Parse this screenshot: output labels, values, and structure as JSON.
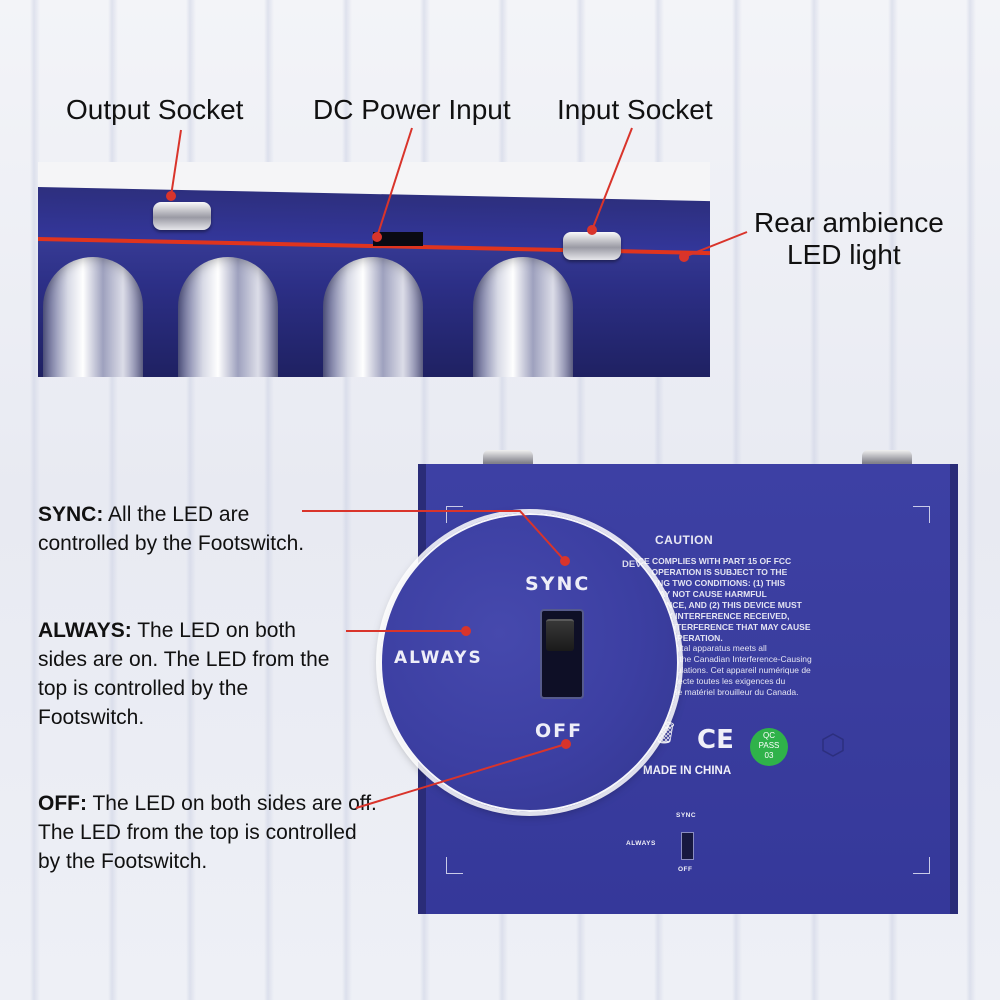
{
  "labels": {
    "output_socket": "Output Socket",
    "dc_power_input": "DC Power Input",
    "input_socket": "Input Socket",
    "rear_ambience_line1": "Rear ambience",
    "rear_ambience_line2": "LED light"
  },
  "modes": {
    "sync": {
      "name": "SYNC:",
      "description": " All the LED are controlled by the Footswitch."
    },
    "always": {
      "name": "ALWAYS:",
      "description": " The LED on both sides are on. The LED from the top is controlled by the Footswitch."
    },
    "off": {
      "name": "OFF:",
      "description": " The LED on both sides are off. The LED from the top is controlled by the Footswitch."
    }
  },
  "magnifier": {
    "sync": "SYNC",
    "always": "ALWAYS",
    "off": "OFF"
  },
  "back_panel": {
    "caution_title": "CAUTION",
    "caution_text": "DEVICE COMPLIES WITH PART 15 OF FCC RULES. OPERATION IS SUBJECT TO THE FOLLOWING TWO CONDITIONS: (1) THIS DEVICE MAY NOT CAUSE HARMFUL INTERFERENCE, AND (2) THIS DEVICE MUST ACCEPT ANY INTERFERENCE RECEIVED, INCLUDING INTERFERENCE THAT MAY CAUSE UNDESIRED OPERATION.",
    "caution_canada": "This Class B digital apparatus meets all requirements of the Canadian Interference-Causing Equipment Regulations. Cet appareil numérique de la classe B respecte toutes les exigences du Règlement sur le matériel brouilleur du Canada.",
    "ce_mark": "CE",
    "qc_line1": "QC",
    "qc_line2": "PASS",
    "qc_line3": "03",
    "made_in": "MADE IN CHINA",
    "switch_sync": "SYNC",
    "switch_always": "ALWAYS",
    "switch_off": "OFF"
  },
  "colors": {
    "pedal_blue": "#3a3d9e",
    "callout_red": "#d9342b",
    "led_red": "#e0341e"
  }
}
